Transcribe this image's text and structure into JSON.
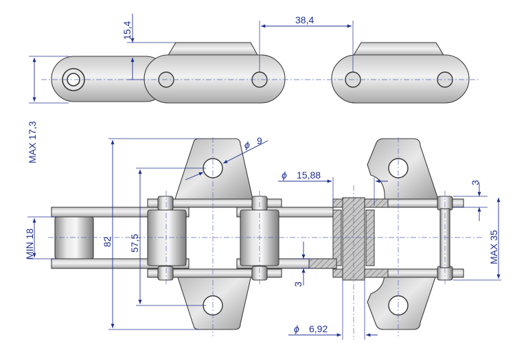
{
  "dimensions": {
    "plate_height": "15,4",
    "pitch": "38,4",
    "max_height": "MAX 17,3",
    "hole_diameter": "9",
    "roller_diameter": "15,88",
    "offset_top": "3",
    "inner_width": "MIN 18",
    "attachment_span": "82",
    "plate_span": "57,5",
    "max_width": "MAX 35",
    "offset_bottom": "3",
    "pin_diameter": "6,92"
  },
  "symbols": {
    "diameter": "ϕ"
  },
  "colors": {
    "dimension": "#1f2f8f",
    "metal_light": "#d9d9d9",
    "metal_dark": "#8c8c8c",
    "outline": "#3a3a3a"
  }
}
